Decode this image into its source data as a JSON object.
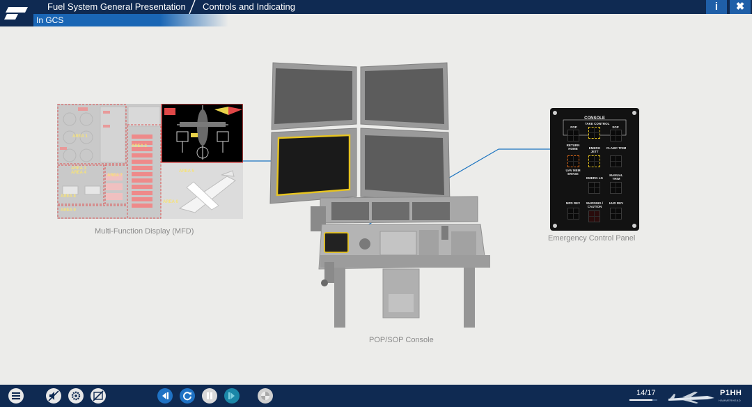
{
  "header": {
    "title": "Fuel System General Presentation",
    "section": "Controls and Indicating",
    "subsection": "In GCS",
    "info_label": "i",
    "close_label": "✖"
  },
  "content": {
    "mfd_caption": "Multi-Function Display (MFD)",
    "console_caption": "POP/SOP Console",
    "ecp_caption": "Emergency Control Panel",
    "mfd_areas": [
      "AREA 1",
      "AREA 2",
      "AREA 3",
      "AREA 4",
      "AREA 5",
      "AREA 6",
      "AREA 7",
      "AREA 8",
      "AREA 9"
    ],
    "ecp": {
      "title": "CONSOLE",
      "take_control": "TAKE CONTROL",
      "pop": "POP",
      "sop": "SOP",
      "return_home": "RETURN HOME",
      "emerg_jett": "EMERG JETT",
      "clamc_trim": "CLAMC TRIM",
      "uav_mem_erase": "UAV MEM ERASE",
      "emerg_lg": "EMERG LG",
      "manual_trim": "MANUAL TRIM",
      "mfd_rev": "MFD REV",
      "warning_caution": "WARNING / CAUTION",
      "hud_rev": "HUD REV"
    }
  },
  "footer": {
    "page_current": 14,
    "page_total": 17,
    "page_text": "14/17",
    "brand": "P1HH",
    "brand_sub": "HAMMERHEAD"
  },
  "colors": {
    "navy": "#0f2a52",
    "accent_blue": "#1f72c4",
    "leader_line": "#1a73c0",
    "highlight_yellow": "#e7c420",
    "highlight_orange": "#e06a18",
    "mfd_red": "#e05555"
  },
  "icons": {
    "menu": "menu-icon",
    "mute": "speaker-mute-icon",
    "settings": "gear-icon",
    "no_subtitles": "subtitles-off-icon",
    "previous": "previous-icon",
    "replay": "replay-icon",
    "pause": "pause-icon",
    "next": "next-icon",
    "glossary": "compass-icon"
  }
}
